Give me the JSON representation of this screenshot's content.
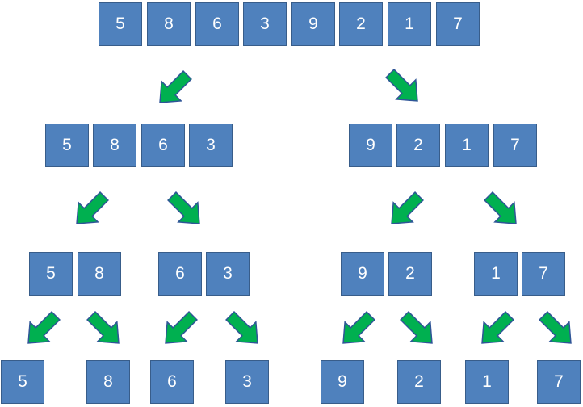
{
  "levels": [
    {
      "groups": [
        [
          "5",
          "8",
          "6",
          "3",
          "9",
          "2",
          "1",
          "7"
        ]
      ]
    },
    {
      "groups": [
        [
          "5",
          "8",
          "6",
          "3"
        ],
        [
          "9",
          "2",
          "1",
          "7"
        ]
      ]
    },
    {
      "groups": [
        [
          "5",
          "8"
        ],
        [
          "6",
          "3"
        ],
        [
          "9",
          "2"
        ],
        [
          "1",
          "7"
        ]
      ]
    },
    {
      "groups": [
        [
          "5"
        ],
        [
          "8"
        ],
        [
          "6"
        ],
        [
          "3"
        ],
        [
          "9"
        ],
        [
          "2"
        ],
        [
          "1"
        ],
        [
          "7"
        ]
      ]
    }
  ],
  "colors": {
    "box_fill": "#4f81bd",
    "box_border": "#385d8a",
    "arrow_fill": "#00b050",
    "arrow_border": "#2f5597"
  },
  "arrow_direction": {
    "left": "down-left",
    "right": "down-right"
  }
}
